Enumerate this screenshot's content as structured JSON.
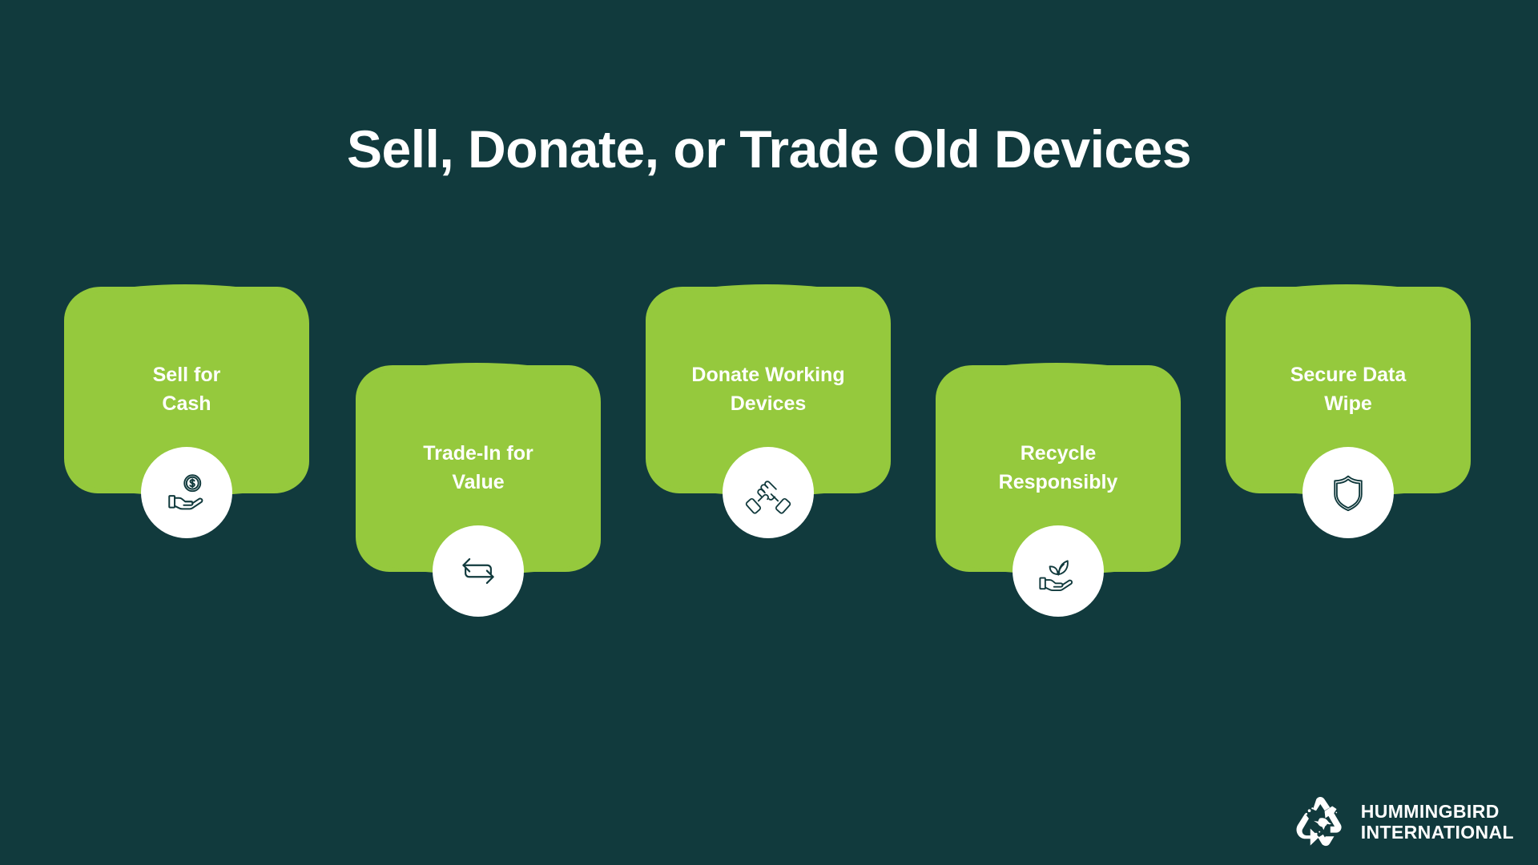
{
  "theme": {
    "background_color": "#113A3D",
    "card_color": "#95C93D",
    "bubble_color": "#FFFFFF",
    "icon_color": "#113A3D",
    "title_color": "#FFFFFF"
  },
  "header": {
    "title": "Sell, Donate, or Trade Old Devices"
  },
  "cards": [
    {
      "label": "Sell for Cash",
      "line1": "Sell for",
      "line2": "Cash",
      "icon": "hand-holding-coin-icon",
      "tier": "high"
    },
    {
      "label": "Trade-In for Value",
      "line1": "Trade-In for",
      "line2": "Value",
      "icon": "exchange-arrows-icon",
      "tier": "low"
    },
    {
      "label": "Donate Working Devices",
      "line1": "Donate Working",
      "line2": "Devices",
      "icon": "handshake-icon",
      "tier": "high"
    },
    {
      "label": "Recycle Responsibly",
      "line1": "Recycle",
      "line2": "Responsibly",
      "icon": "hand-holding-plant-icon",
      "tier": "low"
    },
    {
      "label": "Secure Data Wipe",
      "line1": "Secure Data",
      "line2": "Wipe",
      "icon": "shield-icon",
      "tier": "high"
    }
  ],
  "logo": {
    "mark": "recycle-hummingbird-icon",
    "line1": "HUMMINGBIRD",
    "line2": "INTERNATIONAL"
  }
}
